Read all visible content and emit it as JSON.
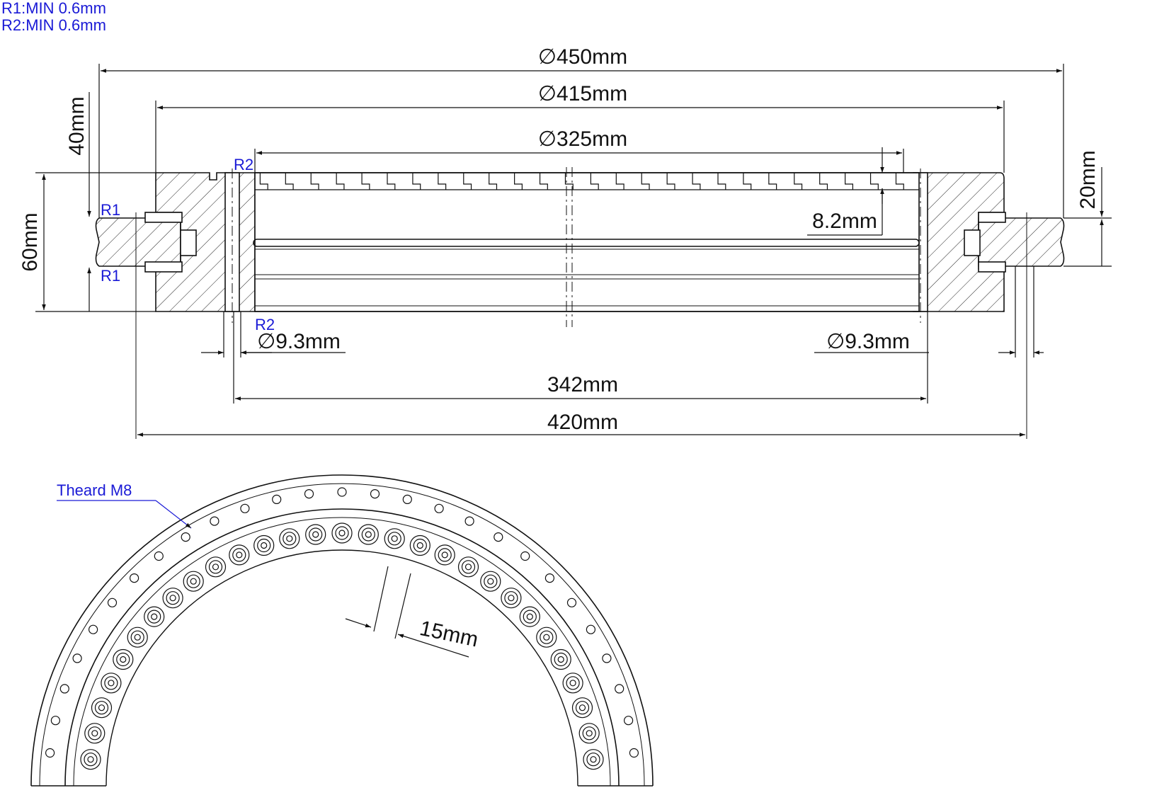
{
  "notes": [
    "R1:MIN 0.6mm",
    "R2:MIN 0.6mm"
  ],
  "dimensions": {
    "d450": "∅450mm",
    "d415": "∅415mm",
    "d325": "∅325mm",
    "h40": "40mm",
    "h60": "60mm",
    "h20": "20mm",
    "t82": "8.2mm",
    "hole_left": "∅9.3mm",
    "hole_right": "∅9.3mm",
    "pcd342": "342mm",
    "pcd420": "420mm",
    "w15": "15mm"
  },
  "labels": {
    "r1_top": "R1",
    "r1_bottom": "R1",
    "r2_top": "R2",
    "r2_bottom": "R2",
    "thread": "Theard M8"
  },
  "colors": {
    "line": "#111111",
    "annotation": "#1a1ad6",
    "background": "#ffffff"
  }
}
